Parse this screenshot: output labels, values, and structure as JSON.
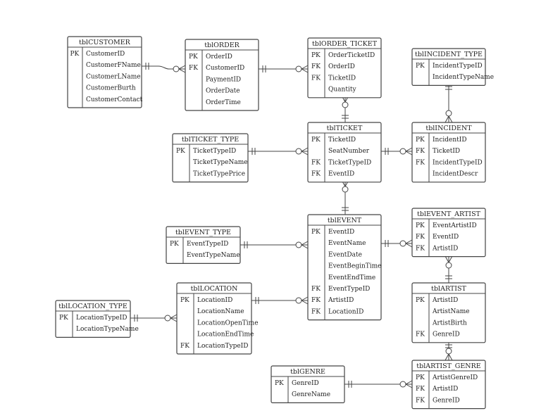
{
  "tables": {
    "customer": {
      "name": "tblCUSTOMER",
      "rows": [
        {
          "key": "PK",
          "field": "CustomerID"
        },
        {
          "key": "",
          "field": "CustomerFName"
        },
        {
          "key": "",
          "field": "CustomerLName"
        },
        {
          "key": "",
          "field": "CustomerBurth"
        },
        {
          "key": "",
          "field": "CustomerContact"
        }
      ]
    },
    "order": {
      "name": "tblORDER",
      "rows": [
        {
          "key": "PK",
          "field": "OrderID"
        },
        {
          "key": "FK",
          "field": "CustomerID"
        },
        {
          "key": "",
          "field": "PaymentID"
        },
        {
          "key": "",
          "field": "OrderDate"
        },
        {
          "key": "",
          "field": "OrderTime"
        }
      ]
    },
    "order_ticket": {
      "name": "tblORDER_TICKET",
      "rows": [
        {
          "key": "PK",
          "field": "OrderTicketID"
        },
        {
          "key": "FK",
          "field": "OrderID"
        },
        {
          "key": "FK",
          "field": "TicketID"
        },
        {
          "key": "",
          "field": "Quantity"
        }
      ]
    },
    "incident_type": {
      "name": "tblINCIDENT_TYPE",
      "rows": [
        {
          "key": "PK",
          "field": "IncidentTypeID"
        },
        {
          "key": "",
          "field": "IncidentTypeName"
        }
      ]
    },
    "ticket_type": {
      "name": "tblTICKET_TYPE",
      "rows": [
        {
          "key": "PK",
          "field": "TicketTypeID"
        },
        {
          "key": "",
          "field": "TicketTypeName"
        },
        {
          "key": "",
          "field": "TicketTypePrice"
        }
      ]
    },
    "ticket": {
      "name": "tblTICKET",
      "rows": [
        {
          "key": "PK",
          "field": "TicketID"
        },
        {
          "key": "",
          "field": "SeatNumber"
        },
        {
          "key": "FK",
          "field": "TicketTypeID"
        },
        {
          "key": "FK",
          "field": "EventID"
        }
      ]
    },
    "incident": {
      "name": "tblINCIDENT",
      "rows": [
        {
          "key": "PK",
          "field": "IncidentID"
        },
        {
          "key": "FK",
          "field": "TicketID"
        },
        {
          "key": "FK",
          "field": "IncidentTypeID"
        },
        {
          "key": "",
          "field": "IncidentDescr"
        }
      ]
    },
    "event_type": {
      "name": "tblEVENT_TYPE",
      "rows": [
        {
          "key": "PK",
          "field": "EventTypeID"
        },
        {
          "key": "",
          "field": "EventTypeName"
        }
      ]
    },
    "event": {
      "name": "tblEVENT",
      "rows": [
        {
          "key": "PK",
          "field": "EventID"
        },
        {
          "key": "",
          "field": "EventName"
        },
        {
          "key": "",
          "field": "EventDate"
        },
        {
          "key": "",
          "field": "EventBeginTime"
        },
        {
          "key": "",
          "field": "EventEndTime"
        },
        {
          "key": "FK",
          "field": "EventTypeID"
        },
        {
          "key": "FK",
          "field": "ArtistID"
        },
        {
          "key": "FK",
          "field": "LocationID"
        }
      ]
    },
    "event_artist": {
      "name": "tblEVENT_ARTIST",
      "rows": [
        {
          "key": "PK",
          "field": "EventArtistID"
        },
        {
          "key": "FK",
          "field": "EventID"
        },
        {
          "key": "FK",
          "field": "ArtistID"
        }
      ]
    },
    "location": {
      "name": "tblLOCATION",
      "rows": [
        {
          "key": "PK",
          "field": "LocationID"
        },
        {
          "key": "",
          "field": "LocationName"
        },
        {
          "key": "",
          "field": "LocationOpenTime"
        },
        {
          "key": "",
          "field": "LocationEndTime"
        },
        {
          "key": "FK",
          "field": "LocationTypeID"
        }
      ]
    },
    "location_type": {
      "name": "tblLOCATION_TYPE",
      "rows": [
        {
          "key": "PK",
          "field": "LocationTypeID"
        },
        {
          "key": "",
          "field": "LocationTypeName"
        }
      ]
    },
    "artist": {
      "name": "tblARTIST",
      "rows": [
        {
          "key": "PK",
          "field": "ArtistID"
        },
        {
          "key": "",
          "field": "ArtistName"
        },
        {
          "key": "",
          "field": "ArtistBirth"
        },
        {
          "key": "FK",
          "field": "GenreID"
        }
      ]
    },
    "genre": {
      "name": "tblGENRE",
      "rows": [
        {
          "key": "PK",
          "field": "GenreID"
        },
        {
          "key": "",
          "field": "GenreName"
        }
      ]
    },
    "artist_genre": {
      "name": "tblARTIST_GENRE",
      "rows": [
        {
          "key": "PK",
          "field": "ArtistGenreID"
        },
        {
          "key": "FK",
          "field": "ArtistID"
        },
        {
          "key": "FK",
          "field": "GenreID"
        }
      ]
    }
  },
  "relationships": [
    {
      "from": "customer",
      "to": "order",
      "from_cardinality": "one",
      "to_cardinality": "zero-or-many"
    },
    {
      "from": "order",
      "to": "order_ticket",
      "from_cardinality": "one",
      "to_cardinality": "zero-or-many"
    },
    {
      "from": "ticket",
      "to": "order_ticket",
      "from_cardinality": "one",
      "to_cardinality": "zero-or-many"
    },
    {
      "from": "incident_type",
      "to": "incident",
      "from_cardinality": "one",
      "to_cardinality": "zero-or-many"
    },
    {
      "from": "ticket_type",
      "to": "ticket",
      "from_cardinality": "one",
      "to_cardinality": "zero-or-many"
    },
    {
      "from": "ticket",
      "to": "incident",
      "from_cardinality": "one",
      "to_cardinality": "zero-or-many"
    },
    {
      "from": "event",
      "to": "ticket",
      "from_cardinality": "one",
      "to_cardinality": "zero-or-many"
    },
    {
      "from": "event_type",
      "to": "event",
      "from_cardinality": "one",
      "to_cardinality": "zero-or-many"
    },
    {
      "from": "event",
      "to": "event_artist",
      "from_cardinality": "one",
      "to_cardinality": "zero-or-many"
    },
    {
      "from": "location",
      "to": "event",
      "from_cardinality": "one",
      "to_cardinality": "zero-or-many"
    },
    {
      "from": "location_type",
      "to": "location",
      "from_cardinality": "one",
      "to_cardinality": "zero-or-many"
    },
    {
      "from": "artist",
      "to": "event_artist",
      "from_cardinality": "one",
      "to_cardinality": "zero-or-many"
    },
    {
      "from": "artist",
      "to": "artist_genre",
      "from_cardinality": "one",
      "to_cardinality": "zero-or-many"
    },
    {
      "from": "genre",
      "to": "artist_genre",
      "from_cardinality": "one",
      "to_cardinality": "zero-or-many"
    }
  ]
}
